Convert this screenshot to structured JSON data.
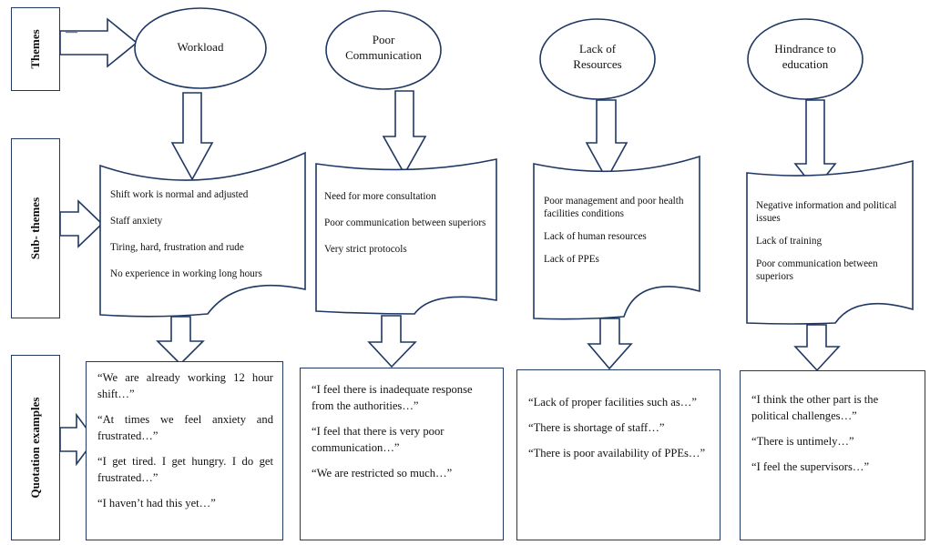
{
  "row_labels": {
    "themes": "Themes",
    "themes_mark": "—",
    "sub_themes": "Sub- themes",
    "quotation_examples": "Quotation examples"
  },
  "themes": [
    {
      "name": "Workload",
      "sub_themes": [
        "Shift work is normal and adjusted",
        "Staff anxiety",
        "Tiring, hard, frustration and rude",
        "No experience in working long hours"
      ],
      "quotes": [
        "“We are already working 12 hour shift…”",
        "“At times we feel anxiety and frustrated…”",
        "“I get tired. I get hungry. I do get frustrated…”",
        "“I haven’t had this yet…”"
      ]
    },
    {
      "name": "Poor Communication",
      "sub_themes": [
        "Need for more consultation",
        "Poor communication between superiors",
        "Very strict protocols"
      ],
      "quotes": [
        "“I feel there is inadequate response from the authorities…”",
        "“I feel that there is very poor communication…”",
        "“We are restricted so much…”"
      ]
    },
    {
      "name": "Lack of Resources",
      "sub_themes": [
        "Poor management and poor health facilities conditions",
        "Lack of human resources",
        "Lack of PPEs"
      ],
      "quotes": [
        "“Lack of proper facilities such as…”",
        "“There is shortage of staff…”",
        "“There is poor availability of PPEs…”"
      ]
    },
    {
      "name": "Hindrance to education",
      "sub_themes": [
        "Negative information and political issues",
        "Lack of training",
        "Poor communication between superiors"
      ],
      "quotes": [
        "“I think the other part is the political challenges…”",
        "“There is untimely…”",
        "“I feel the supervisors…”"
      ]
    }
  ]
}
